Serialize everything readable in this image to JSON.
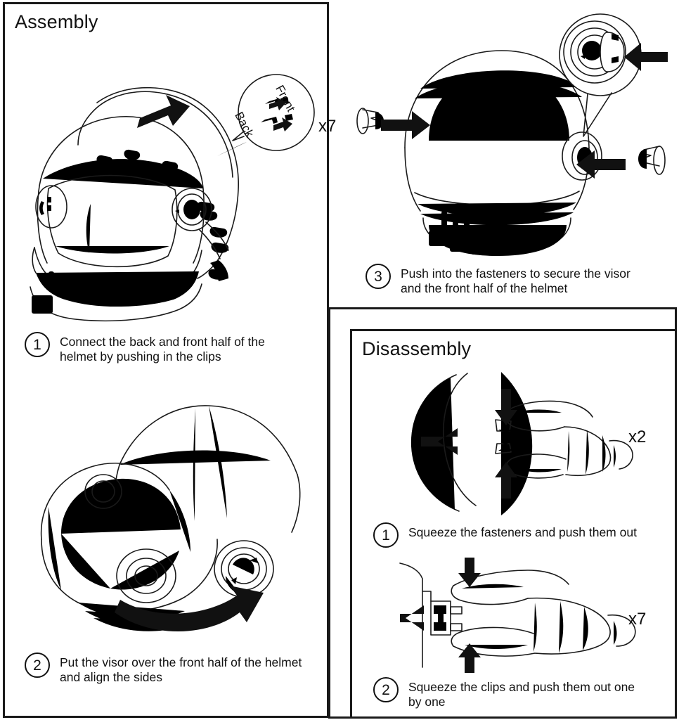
{
  "document": {
    "kind": "assembly-instruction-sheet",
    "subject": "astronaut helmet"
  },
  "assembly": {
    "title": "Assembly",
    "steps": [
      {
        "number": "1",
        "text": "Connect the back and front half of the helmet by pushing in the clips"
      },
      {
        "number": "2",
        "text": "Put the visor over the front half of the helmet and align the sides"
      },
      {
        "number": "3",
        "text": "Push into the fasteners to secure the visor and the front half of the helmet"
      }
    ],
    "callout": {
      "front_label": "Front",
      "back_label": "Back",
      "quantity": "x7"
    }
  },
  "disassembly": {
    "title": "Disassembly",
    "steps": [
      {
        "number": "1",
        "text": "Squeeze the fasteners and push them out",
        "quantity": "x2"
      },
      {
        "number": "2",
        "text": "Squeeze the clips and push them out one by one",
        "quantity": "x7"
      }
    ]
  },
  "colors": {
    "ink": "#1a1a1a",
    "paper": "#ffffff",
    "arrow": "#111111"
  }
}
